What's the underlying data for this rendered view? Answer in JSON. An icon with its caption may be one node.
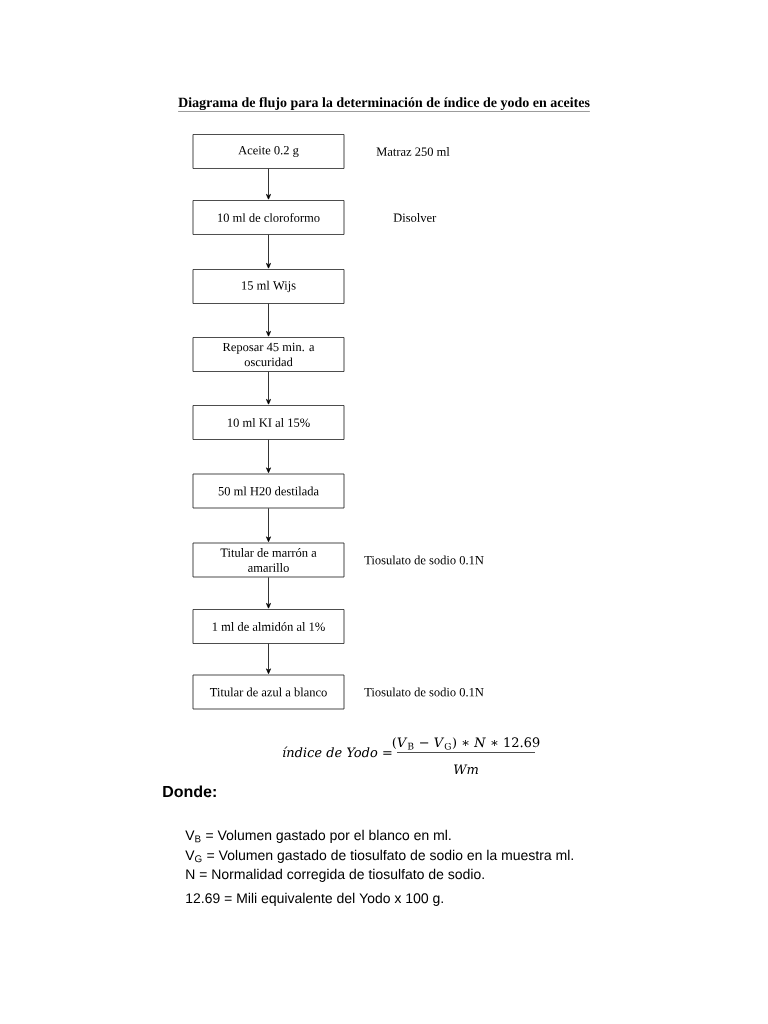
{
  "diagram": {
    "title": "Diagrama de flujo para la determinación de índice de yodo en aceites",
    "nodes": [
      {
        "text": [
          "Aceite 0.2 g"
        ],
        "beside": [
          "Matraz 250 ml"
        ]
      },
      {
        "text": [
          "10 ml de cloroformo"
        ],
        "beside": [
          "Disolver"
        ]
      },
      {
        "text": [
          "15 ml Wijs"
        ]
      },
      {
        "text": [
          "Reposar 45 min. a oscuridad"
        ]
      },
      {
        "text": [
          "10 ml KI al 15%"
        ]
      },
      {
        "text": [
          "50 ml H20 destilada"
        ]
      },
      {
        "text": [
          "Titular de marrón a amarillo"
        ],
        "beside": [
          "Tiosulato de sodio 0.1N"
        ]
      },
      {
        "text": [
          "1 ml de almidón al 1%"
        ]
      },
      {
        "text": [
          "Titular de azul a blanco"
        ],
        "beside": [
          "Tiosulato de sodio 0.1N"
        ]
      }
    ],
    "edges": [
      {
        "from": 0,
        "to": 1,
        "arrow": "to"
      },
      {
        "from": 1,
        "to": 2,
        "arrow": "to"
      },
      {
        "from": 2,
        "to": 3,
        "arrow": "to"
      },
      {
        "from": 3,
        "to": 4,
        "arrow": "to"
      },
      {
        "from": 4,
        "to": 5,
        "arrow": "to"
      },
      {
        "from": 5,
        "to": 6,
        "arrow": "to"
      },
      {
        "from": 6,
        "to": 7,
        "arrow": "to"
      },
      {
        "from": 7,
        "to": 8,
        "arrow": "to"
      }
    ],
    "labels": [
      "*índice de Yodo* =",
      "(*V*$_{B}$ − *V*$_{G}$) ∗ *N* ∗ 12.69",
      "Wm",
      "Donde:",
      "V$_{B}$ = Volumen gastado por el blanco en ml.",
      "V$_{G}$ = Volumen gastado de tiosulfato de sodio en la muestra ml.",
      "N = Normalidad corregida de tiosulfato de sodio.",
      "12.69 = Mili equivalente del Yodo x 100 g."
    ]
  }
}
